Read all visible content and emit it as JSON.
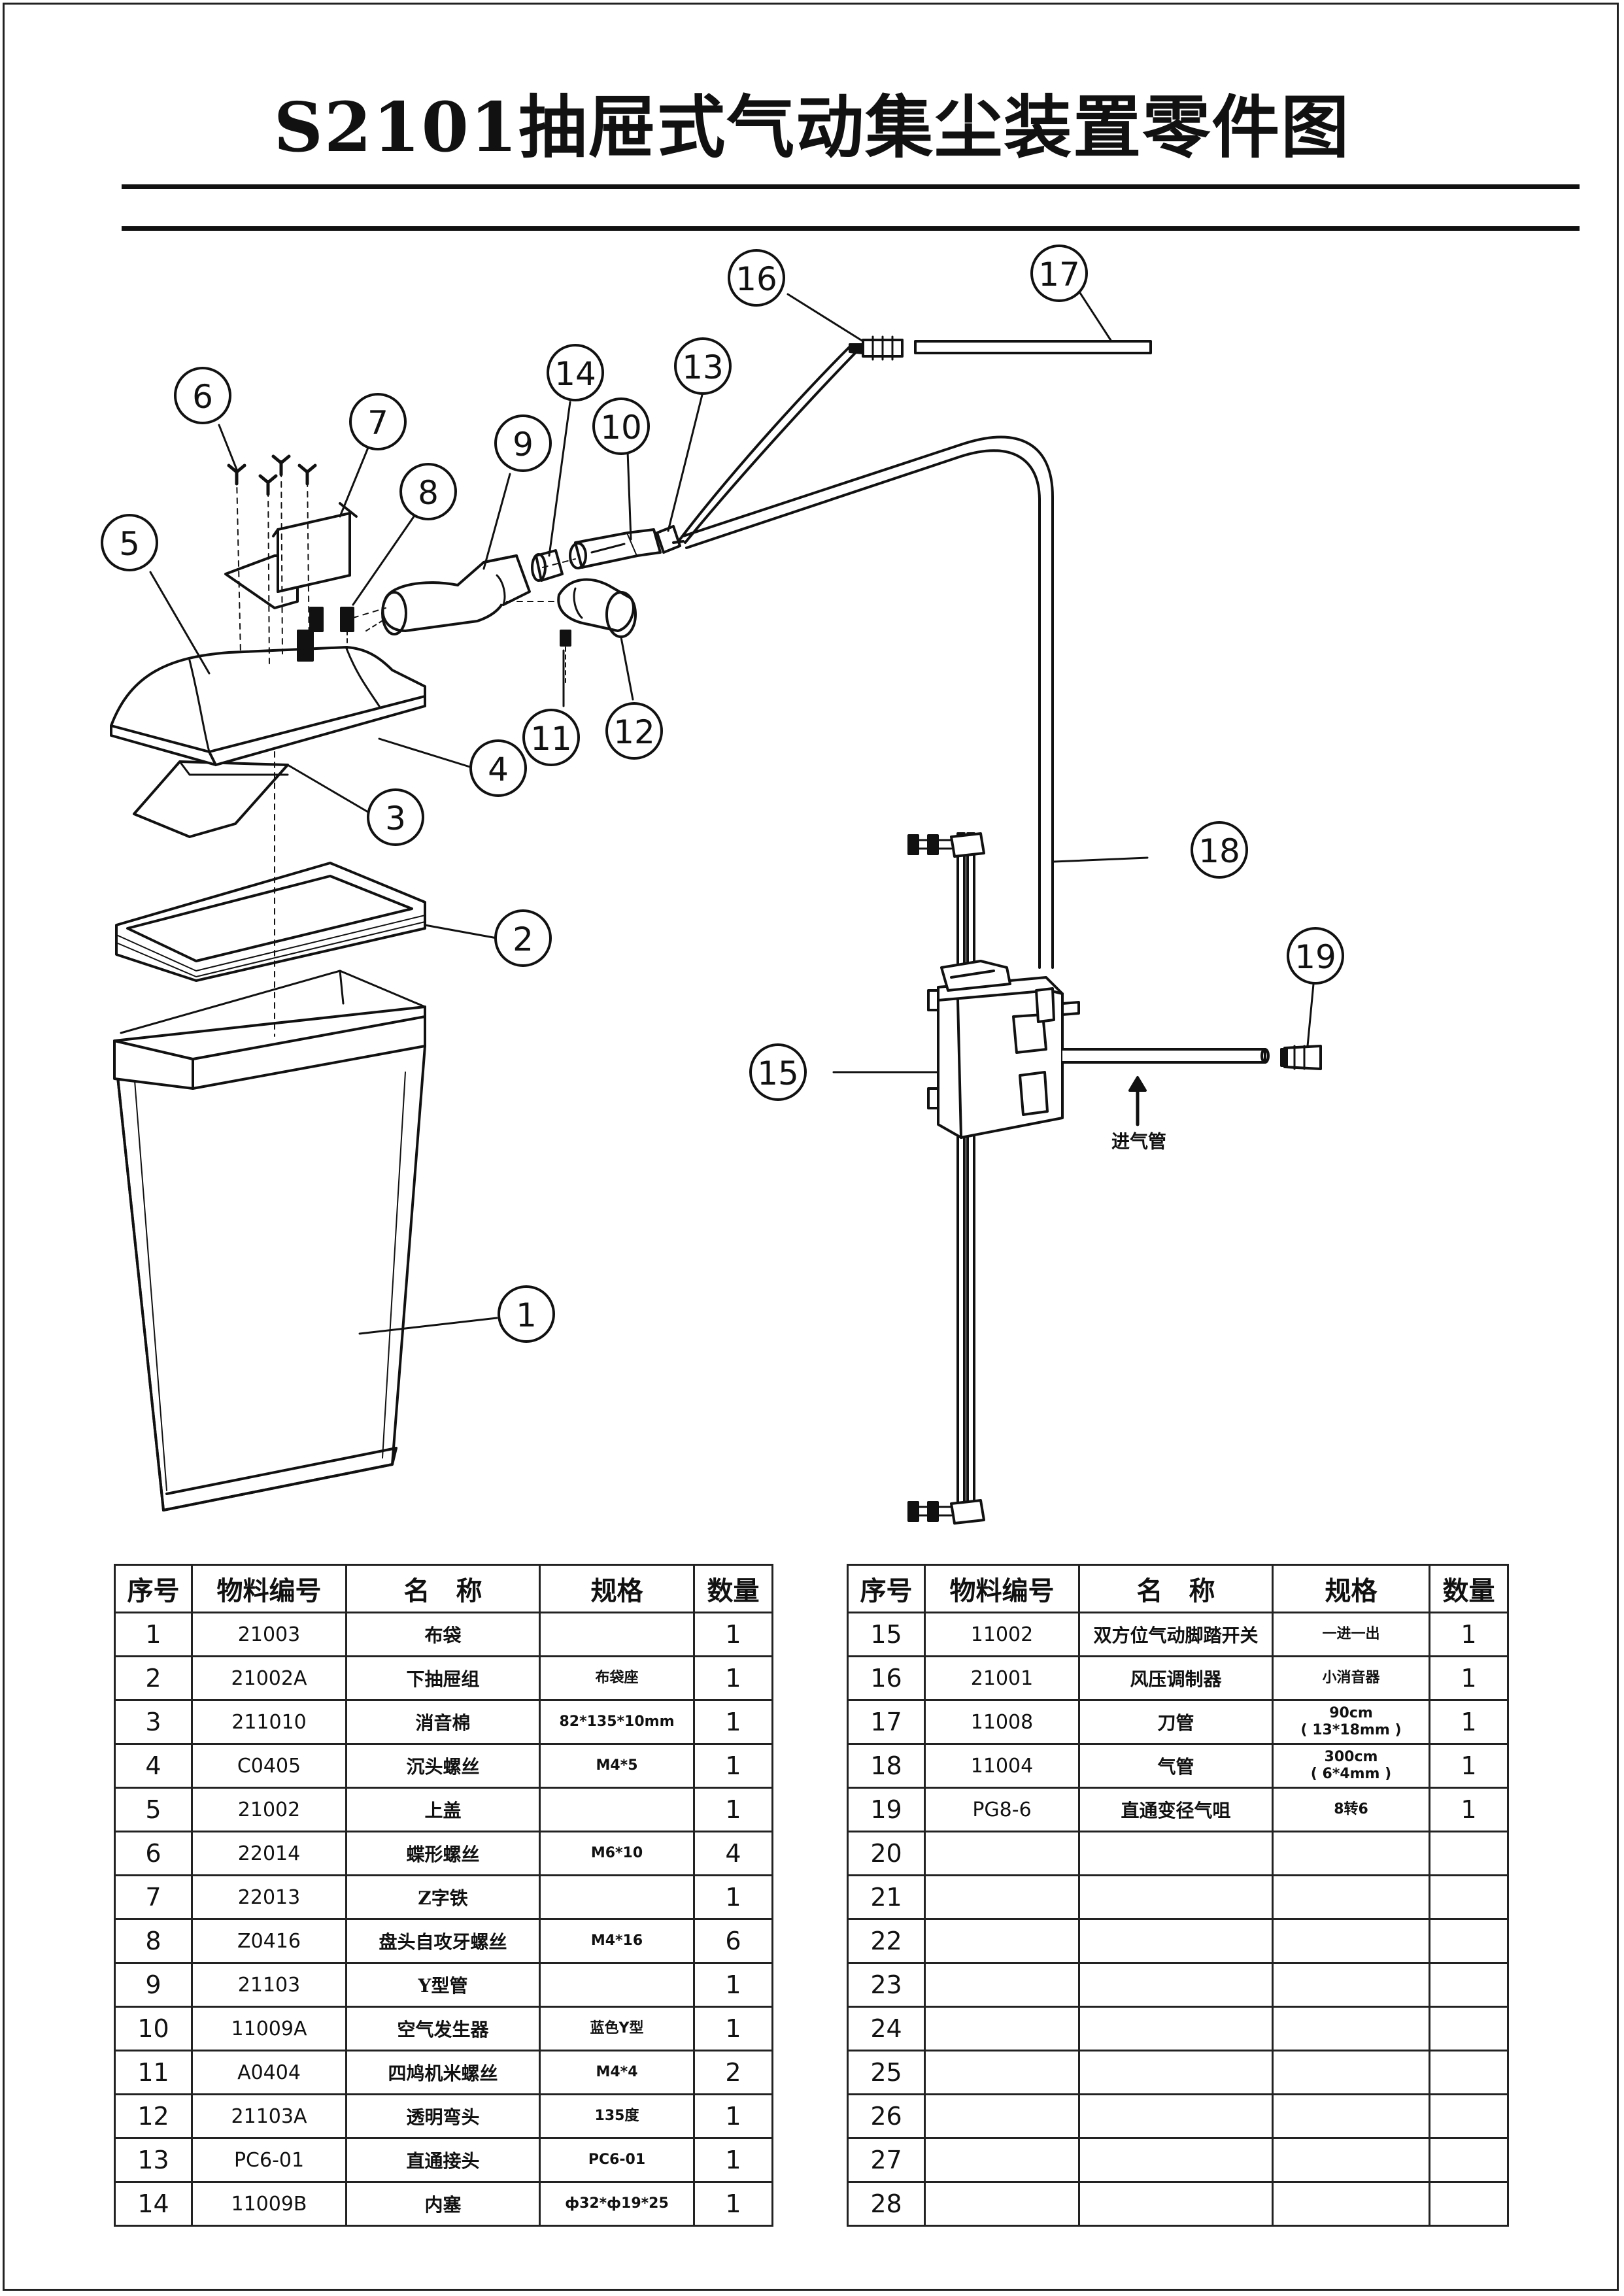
{
  "title": "S2101抽屉式气动集尘装置零件图",
  "diagram": {
    "callouts": [
      "1",
      "2",
      "3",
      "4",
      "5",
      "6",
      "7",
      "8",
      "9",
      "10",
      "11",
      "12",
      "13",
      "14",
      "15",
      "16",
      "17",
      "18",
      "19"
    ],
    "air_inlet_label": "进气管"
  },
  "table": {
    "headers": [
      "序号",
      "物料编号",
      "名　称",
      "规格",
      "数量"
    ],
    "left_rows": [
      {
        "no": "1",
        "code": "21003",
        "name": "布袋",
        "spec": "",
        "qty": "1"
      },
      {
        "no": "2",
        "code": "21002A",
        "name": "下抽屉组",
        "spec": "布袋座",
        "qty": "1"
      },
      {
        "no": "3",
        "code": "211010",
        "name": "消音棉",
        "spec": "82*135*10mm",
        "qty": "1"
      },
      {
        "no": "4",
        "code": "C0405",
        "name": "沉头螺丝",
        "spec": "M4*5",
        "qty": "1"
      },
      {
        "no": "5",
        "code": "21002",
        "name": "上盖",
        "spec": "",
        "qty": "1"
      },
      {
        "no": "6",
        "code": "22014",
        "name": "蝶形螺丝",
        "spec": "M6*10",
        "qty": "4"
      },
      {
        "no": "7",
        "code": "22013",
        "name": "Z字铁",
        "spec": "",
        "qty": "1"
      },
      {
        "no": "8",
        "code": "Z0416",
        "name": "盘头自攻牙螺丝",
        "spec": "M4*16",
        "qty": "6"
      },
      {
        "no": "9",
        "code": "21103",
        "name": "Y型管",
        "spec": "",
        "qty": "1"
      },
      {
        "no": "10",
        "code": "11009A",
        "name": "空气发生器",
        "spec": "蓝色Y型",
        "qty": "1"
      },
      {
        "no": "11",
        "code": "A0404",
        "name": "四鸠机米螺丝",
        "spec": "M4*4",
        "qty": "2"
      },
      {
        "no": "12",
        "code": "21103A",
        "name": "透明弯头",
        "spec": "135度",
        "qty": "1"
      },
      {
        "no": "13",
        "code": "PC6-01",
        "name": "直通接头",
        "spec": "PC6-01",
        "qty": "1"
      },
      {
        "no": "14",
        "code": "11009B",
        "name": "内塞",
        "spec": "ф32*ф19*25",
        "qty": "1"
      }
    ],
    "right_rows": [
      {
        "no": "15",
        "code": "11002",
        "name": "双方位气动脚踏开关",
        "spec": "一进一出",
        "spec2": "",
        "qty": "1"
      },
      {
        "no": "16",
        "code": "21001",
        "name": "风压调制器",
        "spec": "小消音器",
        "spec2": "",
        "qty": "1"
      },
      {
        "no": "17",
        "code": "11008",
        "name": "刀管",
        "spec": "90cm",
        "spec2": "( 13*18mm )",
        "qty": "1"
      },
      {
        "no": "18",
        "code": "11004",
        "name": "气管",
        "spec": "300cm",
        "spec2": "( 6*4mm )",
        "qty": "1"
      },
      {
        "no": "19",
        "code": "PG8-6",
        "name": "直通变径气咀",
        "spec": "8转6",
        "spec2": "",
        "qty": "1"
      },
      {
        "no": "20",
        "code": "",
        "name": "",
        "spec": "",
        "spec2": "",
        "qty": ""
      },
      {
        "no": "21",
        "code": "",
        "name": "",
        "spec": "",
        "spec2": "",
        "qty": ""
      },
      {
        "no": "22",
        "code": "",
        "name": "",
        "spec": "",
        "spec2": "",
        "qty": ""
      },
      {
        "no": "23",
        "code": "",
        "name": "",
        "spec": "",
        "spec2": "",
        "qty": ""
      },
      {
        "no": "24",
        "code": "",
        "name": "",
        "spec": "",
        "spec2": "",
        "qty": ""
      },
      {
        "no": "25",
        "code": "",
        "name": "",
        "spec": "",
        "spec2": "",
        "qty": ""
      },
      {
        "no": "26",
        "code": "",
        "name": "",
        "spec": "",
        "spec2": "",
        "qty": ""
      },
      {
        "no": "27",
        "code": "",
        "name": "",
        "spec": "",
        "spec2": "",
        "qty": ""
      },
      {
        "no": "28",
        "code": "",
        "name": "",
        "spec": "",
        "spec2": "",
        "qty": ""
      }
    ]
  }
}
